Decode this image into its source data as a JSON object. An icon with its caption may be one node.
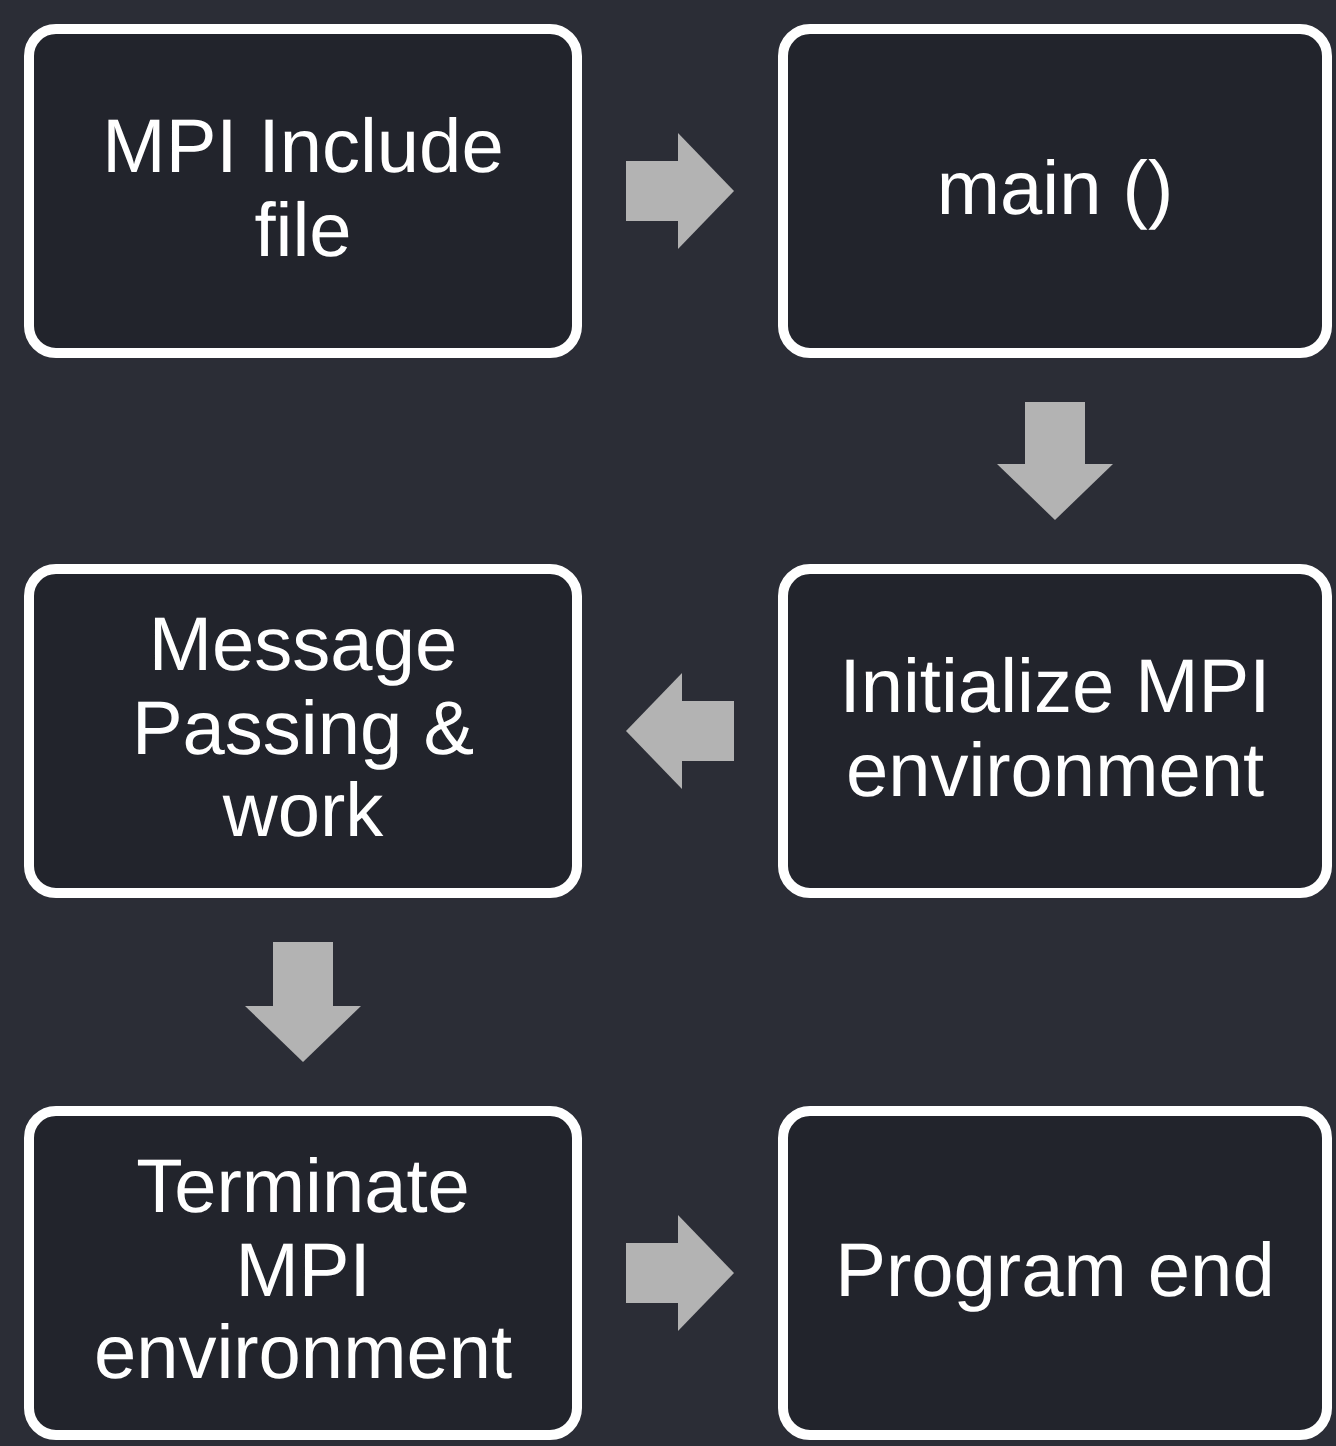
{
  "diagram": {
    "nodes": [
      {
        "text": [
          "MPI Include file"
        ]
      },
      {
        "text": [
          "main ()"
        ]
      },
      {
        "text": [
          "Initialize MPI environment"
        ]
      },
      {
        "text": [
          "Message Passing & work"
        ]
      },
      {
        "text": [
          "Terminate MPI environment"
        ]
      },
      {
        "text": [
          "Program end"
        ]
      }
    ],
    "edges": [
      {
        "from": 0,
        "to": 1,
        "arrow": "to"
      },
      {
        "from": 1,
        "to": 2,
        "arrow": "to"
      },
      {
        "from": 2,
        "to": 3,
        "arrow": "to"
      },
      {
        "from": 3,
        "to": 4,
        "arrow": "to"
      },
      {
        "from": 4,
        "to": 5,
        "arrow": "to"
      }
    ]
  }
}
